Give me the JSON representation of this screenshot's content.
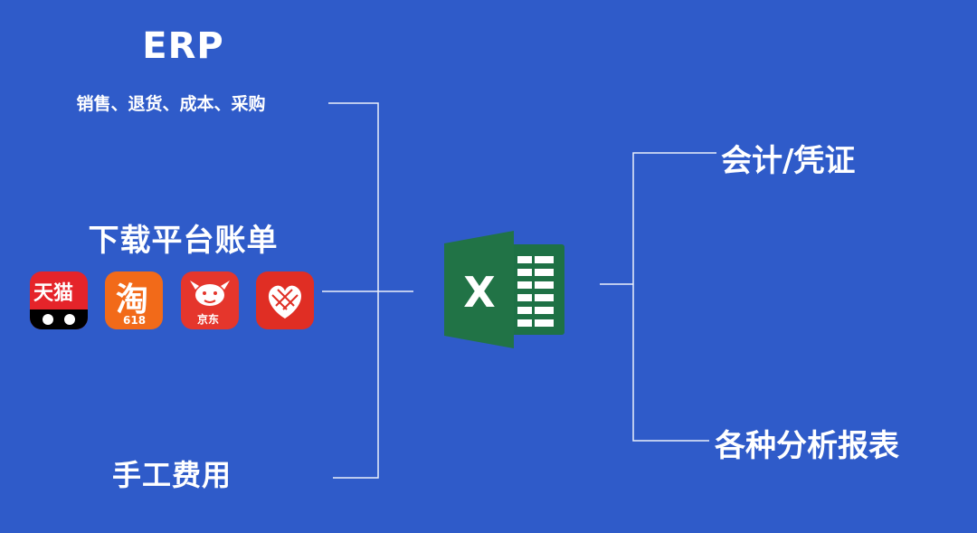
{
  "sources": {
    "erp": {
      "title": "ERP",
      "subtitle": "销售、退货、成本、采购"
    },
    "platform": {
      "title": "下载平台账单",
      "apps": [
        {
          "name": "tmall",
          "label": "天猫"
        },
        {
          "name": "taobao",
          "label": "淘",
          "badge": "618"
        },
        {
          "name": "jd",
          "label": "京东"
        },
        {
          "name": "pinduoduo",
          "label": ""
        }
      ]
    },
    "manual": {
      "title": "手工费用"
    }
  },
  "center": {
    "icon": "excel-icon",
    "letter": "X"
  },
  "outputs": [
    {
      "label": "会计/凭证"
    },
    {
      "label": "各种分析报表"
    }
  ],
  "colors": {
    "background": "#2f5bc9",
    "line": "#ffffff",
    "excel_green": "#1e7145"
  }
}
